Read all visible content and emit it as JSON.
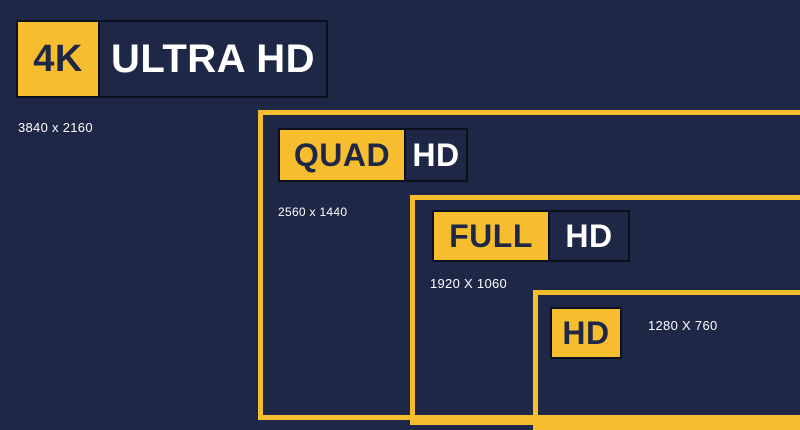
{
  "tiers": [
    {
      "prefix": "4K",
      "label": "ULTRA HD",
      "resolution": "3840 x 2160"
    },
    {
      "prefix": "QUAD",
      "label": "HD",
      "resolution": "2560 x 1440"
    },
    {
      "prefix": "FULL",
      "label": "HD",
      "resolution": "1920 X 1060"
    },
    {
      "prefix": "HD",
      "label": "",
      "resolution": "1280 X 760"
    }
  ],
  "colors": {
    "background": "#1f2746",
    "accent": "#f6bd2e",
    "text": "#ffffff",
    "outline": "#0b0f1e"
  }
}
